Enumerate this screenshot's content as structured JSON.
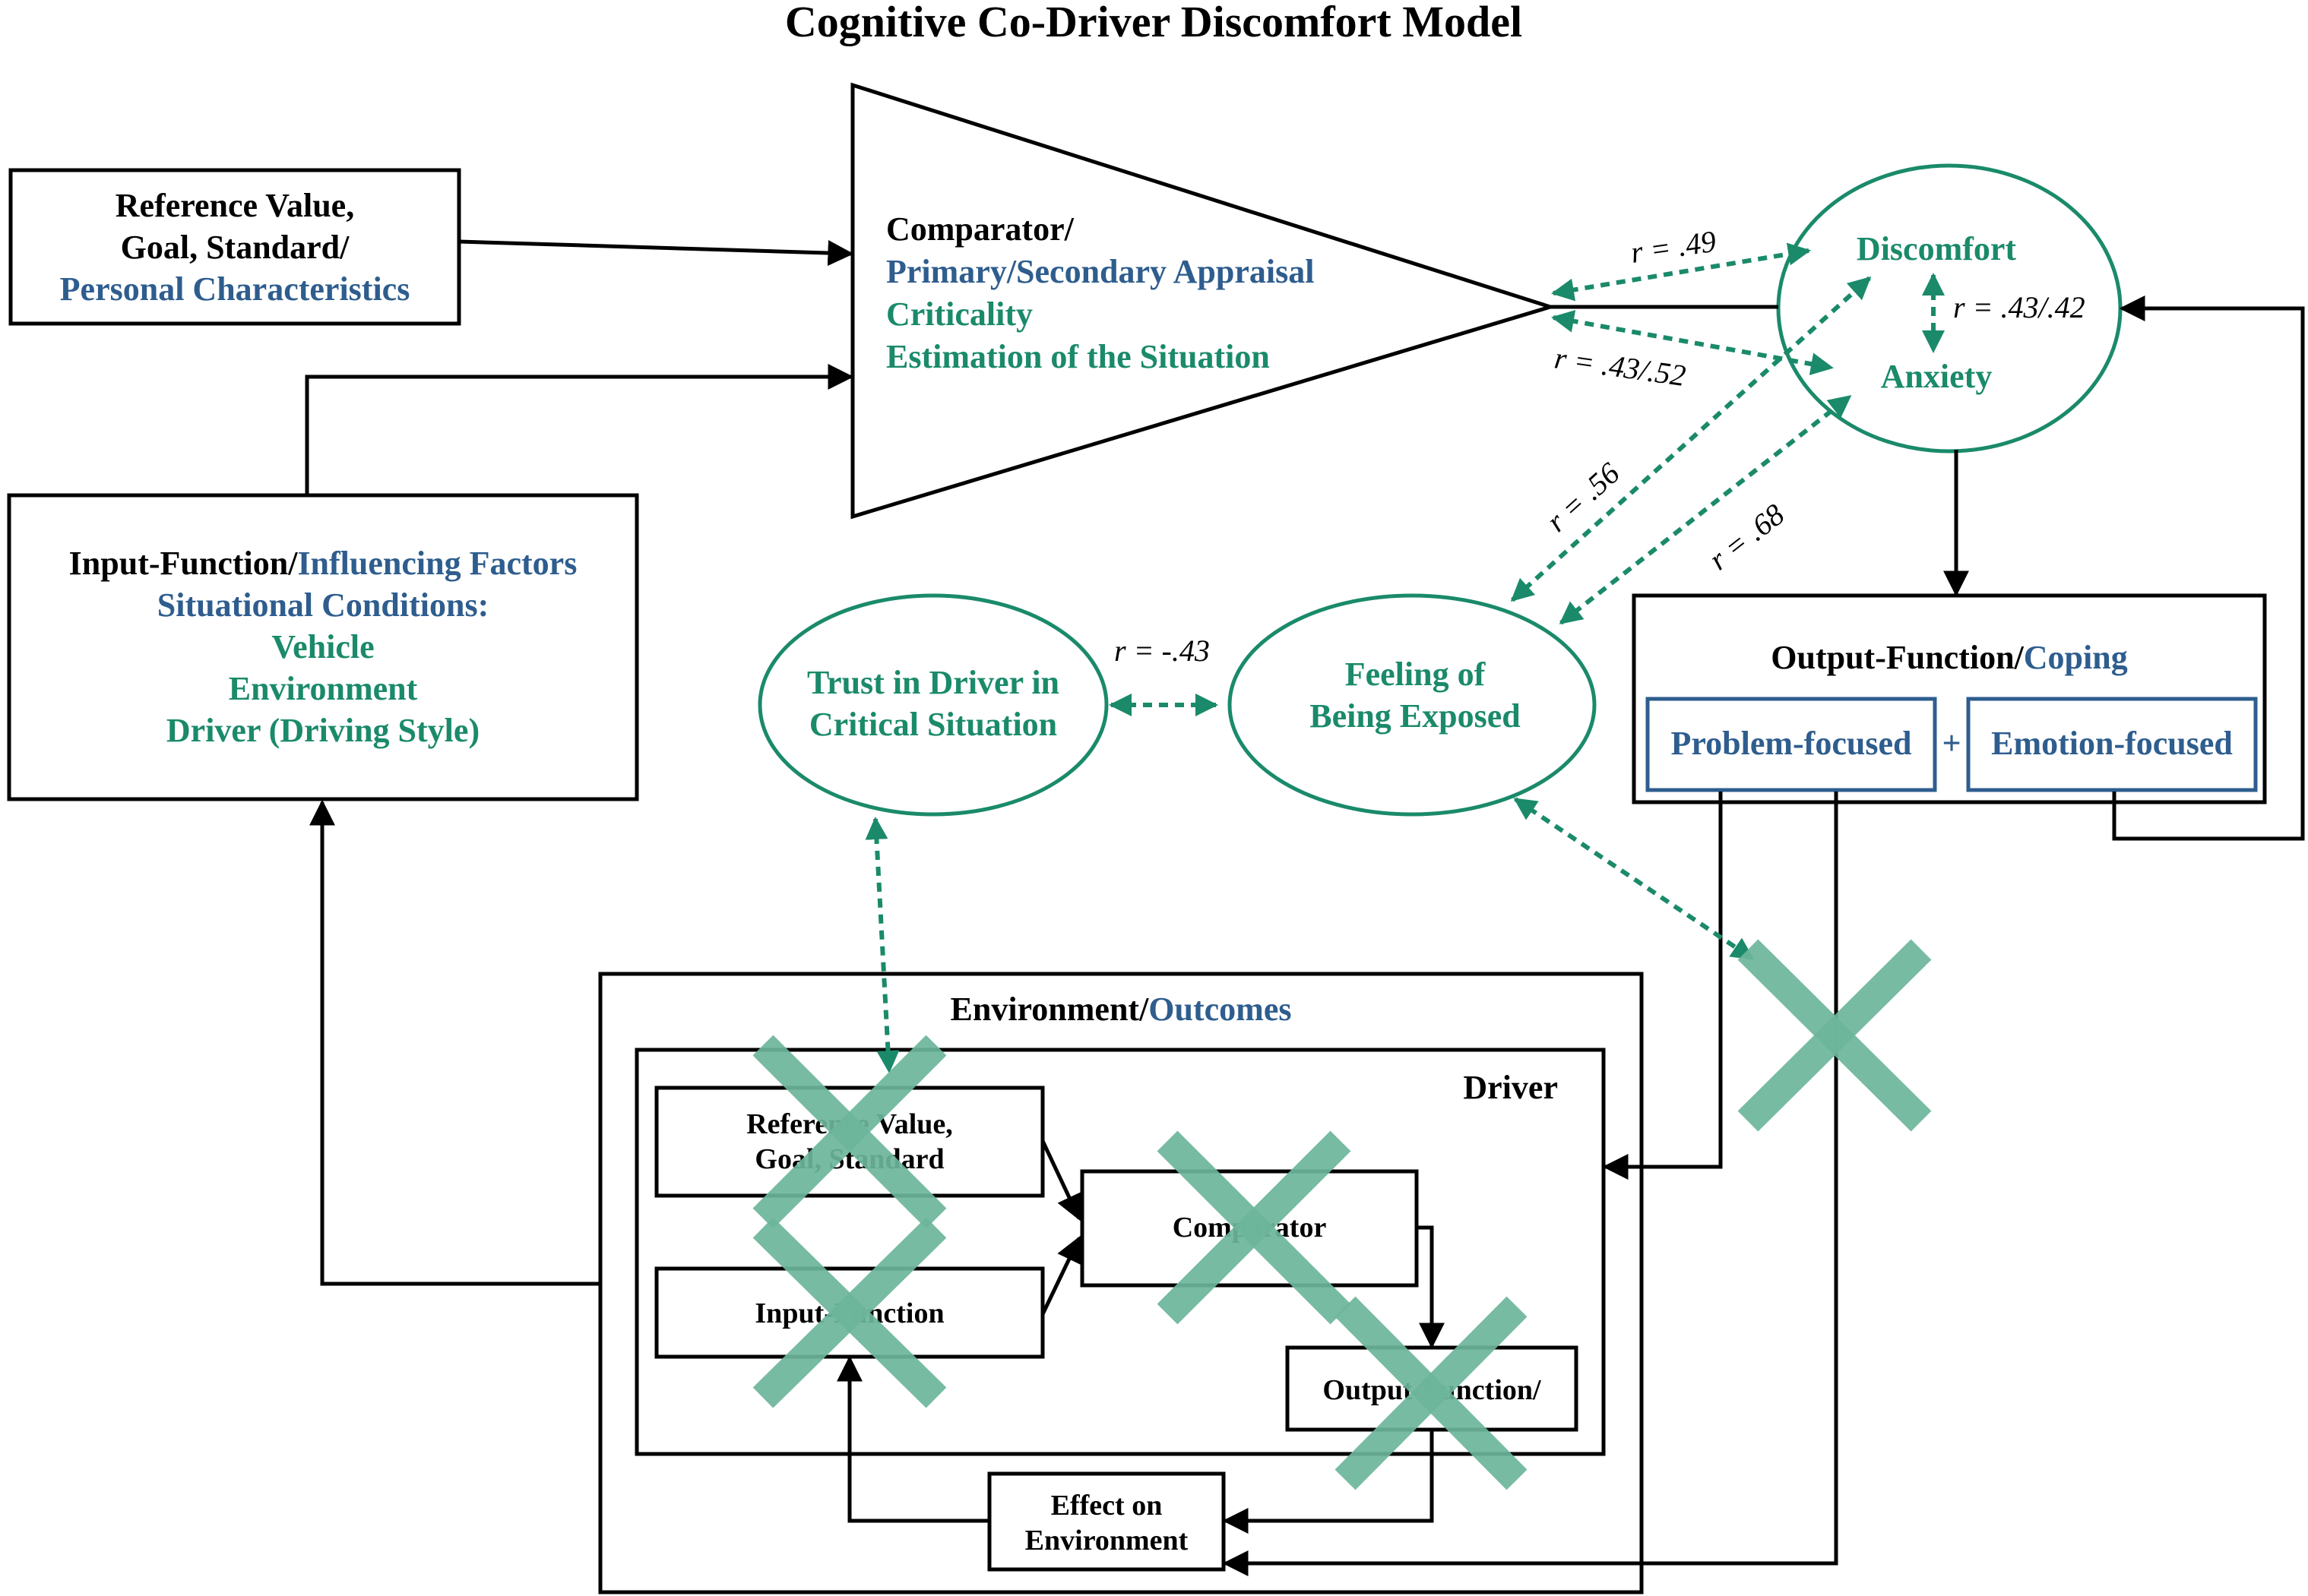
{
  "title": "Cognitive Co-Driver Discomfort Model",
  "colors": {
    "black": "#000000",
    "blue": "#2e5d8e",
    "green": "#1a8a6a",
    "cross": "#6db59b"
  },
  "reference_box": {
    "line1": "Reference Value,",
    "line2": "Goal, Standard/",
    "line3": "Personal Characteristics"
  },
  "input_box": {
    "line1_a": "Input-Function/",
    "line1_b": "Influencing Factors",
    "line2": "Situational Conditions:",
    "line3": "Vehicle",
    "line4": "Environment",
    "line5": "Driver (Driving Style)"
  },
  "comparator": {
    "line1": "Comparator/",
    "line2": "Primary/Secondary Appraisal",
    "line3": "Criticality",
    "line4": "Estimation of the Situation"
  },
  "emotion_ellipse": {
    "discomfort": "Discomfort",
    "anxiety": "Anxiety"
  },
  "trust_ellipse": {
    "line1": "Trust in Driver in",
    "line2": "Critical Situation"
  },
  "exposed_ellipse": {
    "line1": "Feeling of",
    "line2": "Being Exposed"
  },
  "output_box": {
    "label_a": "Output-Function/",
    "label_b": "Coping",
    "problem": "Problem-focused",
    "plus": "+",
    "emotion": "Emotion-focused"
  },
  "correlations": {
    "r49": "r = .49",
    "r4352": "r = .43/.52",
    "r4342": "r = .43/.42",
    "r56": "r = .56",
    "r68": "r = .68",
    "rneg43": "r = -.43"
  },
  "environment_box": {
    "label_a": "Environment/",
    "label_b": "Outcomes",
    "driver": "Driver",
    "ref_line1": "Reference Value,",
    "ref_line2": "Goal, Standard",
    "input_fn": "Input-Function",
    "comparator": "Comparator",
    "output_fn": "Output-Function/",
    "effect_line1": "Effect on",
    "effect_line2": "Environment"
  }
}
